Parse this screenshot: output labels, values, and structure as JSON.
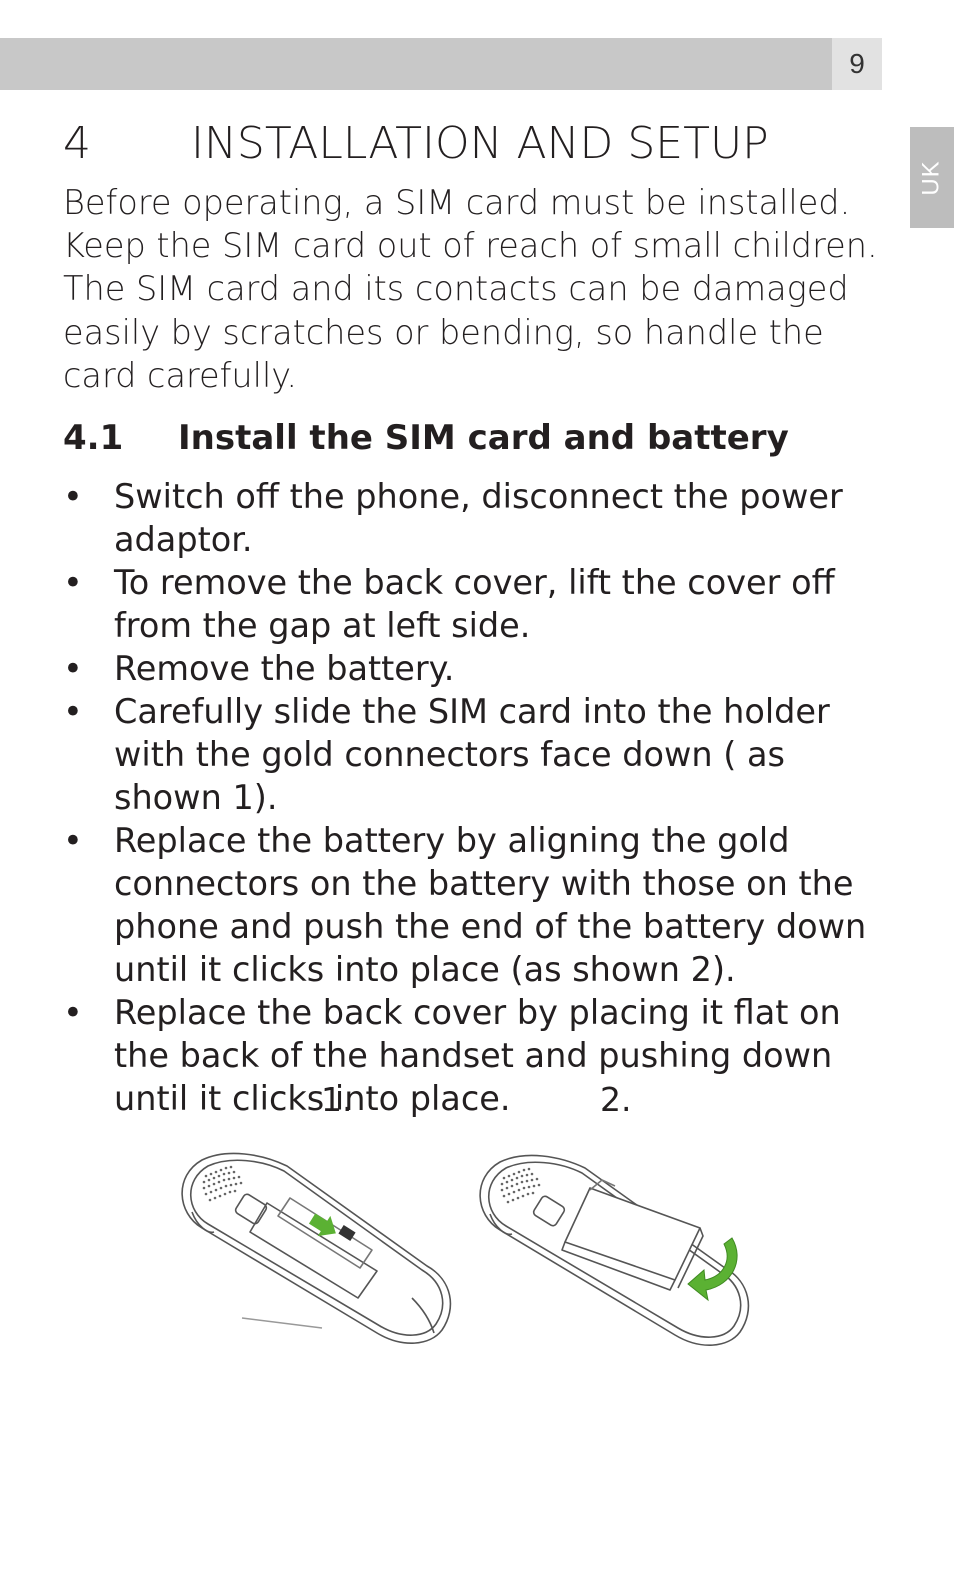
{
  "header": {
    "page_number": "9"
  },
  "language_tab": "UK",
  "chapter": {
    "number": "4",
    "title": "INSTALLATION AND SETUP"
  },
  "intro": "Before operating, a SIM card must be installed. Keep the SIM card out of reach of small children. The SIM card and its contacts can be damaged easily by scratches or bending, so handle the card carefully.",
  "section": {
    "number": "4.1",
    "title": "Install the SIM card and battery"
  },
  "steps": [
    "Switch off  the phone, disconnect the power adaptor.",
    "To remove the back cover, lift the cover off from the gap at left side.",
    "Remove the battery.",
    "Carefully slide the SIM card into the holder with the gold connectors face down ( as shown 1).",
    "Replace the battery by aligning the gold connectors on the battery with those on the phone and push the end of the battery down until it clicks into place (as shown 2).",
    "Replace the back cover by placing it flat on the back of the handset and pushing down until it clicks into place."
  ],
  "figures": [
    {
      "label": "1."
    },
    {
      "label": "2."
    }
  ],
  "colors": {
    "header_bar": "#c8c8c8",
    "arrow": "#5bb133",
    "text": "#231f20"
  }
}
